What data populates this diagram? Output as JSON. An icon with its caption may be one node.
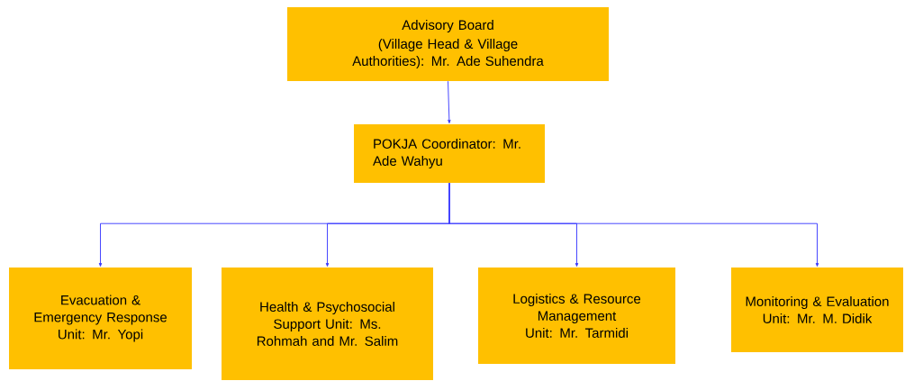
{
  "diagram": {
    "nodes": [
      {
        "text": [
          "Advisory Board",
          "(Village Head & Village Authorities): Mr. Ade Suhendra"
        ]
      },
      {
        "text": [
          "POKJA Coordinator: Mr. Ade Wahyu"
        ]
      },
      {
        "text": [
          "Evacuation & Emergency Response Unit: Mr. Yopi"
        ]
      },
      {
        "text": [
          "Health & Psychosocial Support Unit: Ms. Rohmah and Mr. Salim"
        ]
      },
      {
        "text": [
          "Logistics & Resource Management Unit: Mr. Tarmidi"
        ]
      },
      {
        "text": [
          "Monitoring & Evaluation Unit: Mr. M. Didik"
        ]
      }
    ],
    "edges": [
      {
        "from": 0,
        "to": 1,
        "arrow": "to"
      },
      {
        "from": 1,
        "to": 2,
        "arrow": "to"
      },
      {
        "from": 1,
        "to": 3,
        "arrow": "to"
      },
      {
        "from": 1,
        "to": 4,
        "arrow": "to"
      },
      {
        "from": 1,
        "to": 5,
        "arrow": "to"
      }
    ]
  }
}
